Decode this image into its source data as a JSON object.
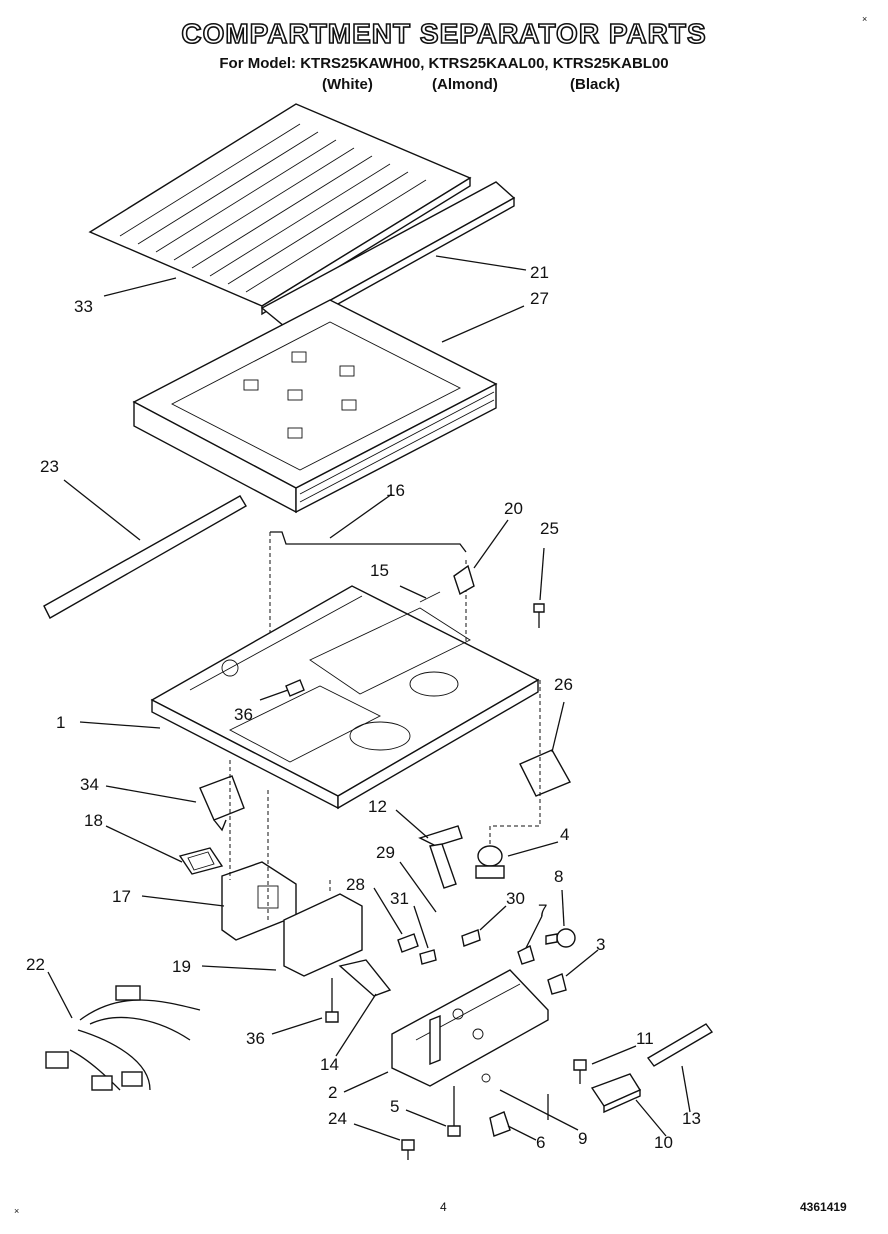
{
  "header": {
    "title": "COMPARTMENT SEPARATOR PARTS",
    "subtitle": "For Model: KTRS25KAWH00, KTRS25KAAL00, KTRS25KABL00",
    "variants": [
      "(White)",
      "(Almond)",
      "(Black)"
    ]
  },
  "footer": {
    "page_number": "4",
    "document_number": "4361419"
  },
  "corner_marks": [
    "×",
    "×"
  ],
  "callouts": {
    "p1": "1",
    "p2": "2",
    "p3": "3",
    "p4": "4",
    "p5": "5",
    "p6": "6",
    "p7": "7",
    "p8": "8",
    "p9": "9",
    "p10": "10",
    "p11": "11",
    "p12": "12",
    "p13": "13",
    "p14": "14",
    "p15": "15",
    "p16": "16",
    "p17": "17",
    "p18": "18",
    "p19": "19",
    "p20": "20",
    "p21": "21",
    "p22": "22",
    "p23": "23",
    "p24": "24",
    "p25": "25",
    "p26": "26",
    "p27": "27",
    "p28": "28",
    "p29": "29",
    "p30": "30",
    "p31": "31",
    "p33": "33",
    "p34": "34",
    "p36a": "36",
    "p36b": "36"
  }
}
